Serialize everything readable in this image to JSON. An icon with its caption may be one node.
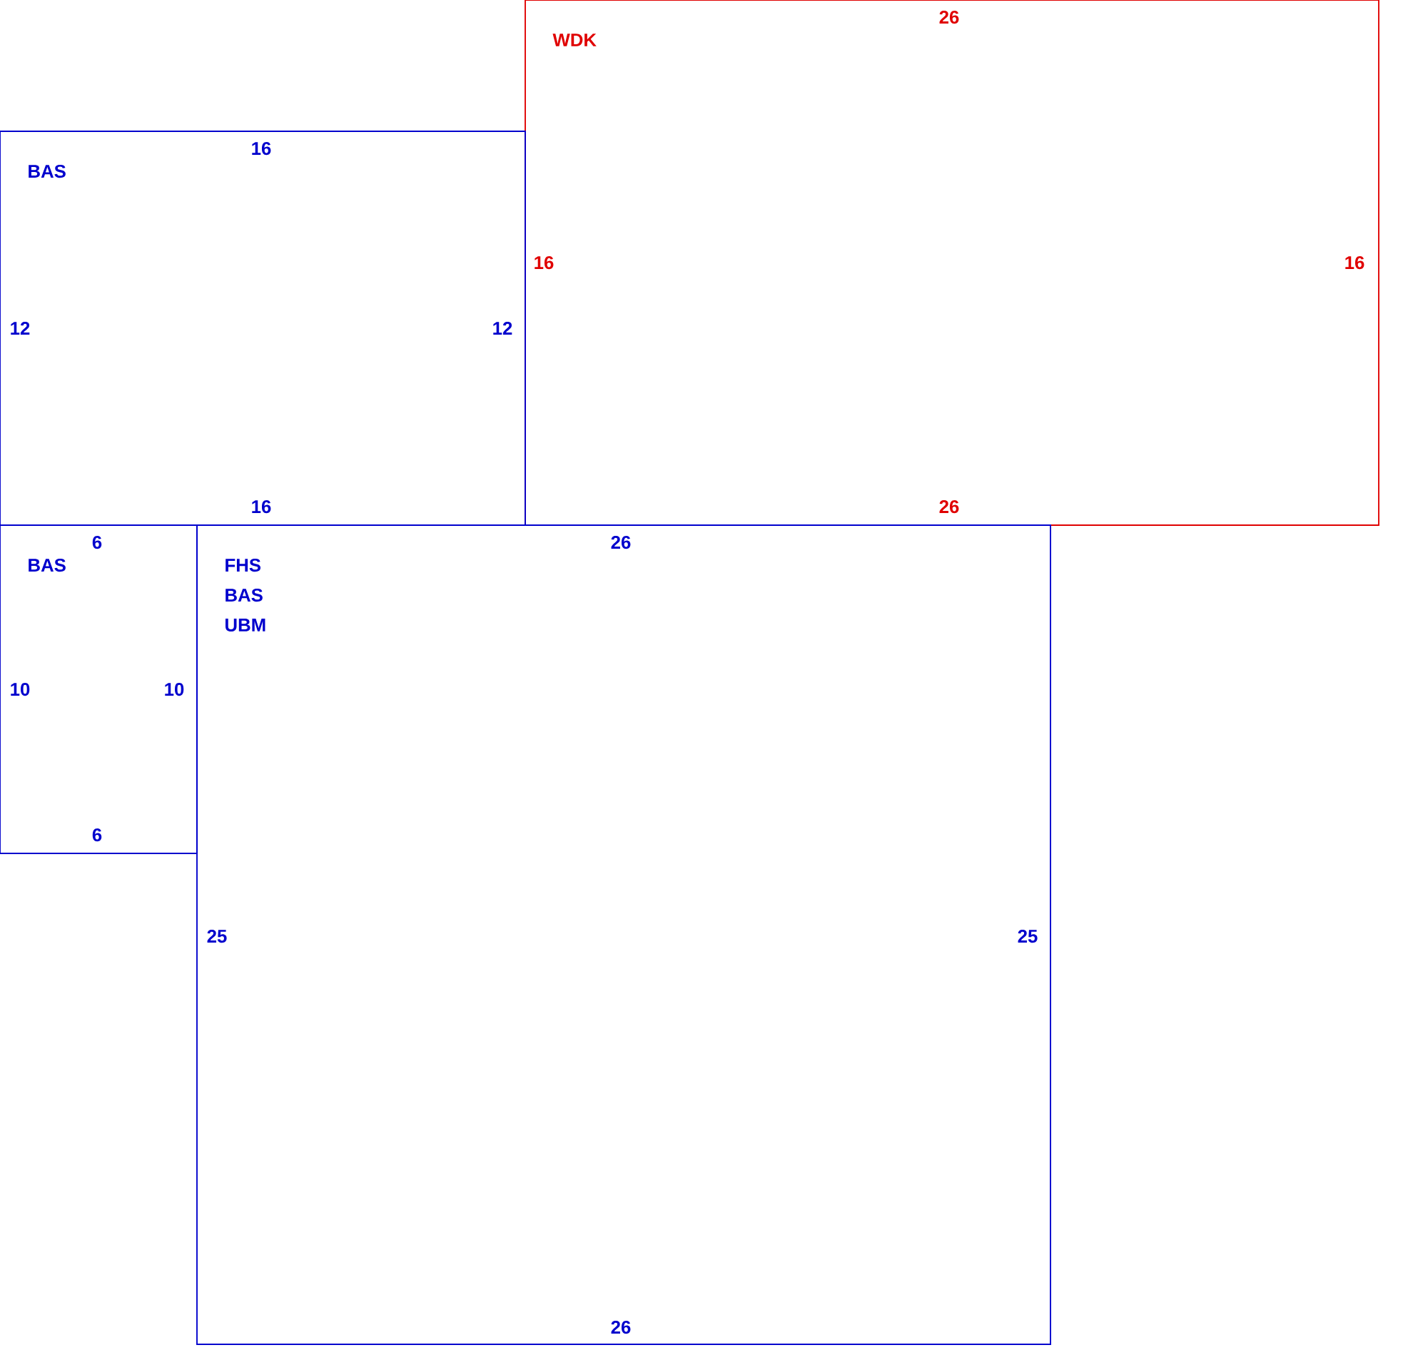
{
  "diagram": {
    "nodes": [
      {
        "text": [
          "26",
          "WDK",
          "16",
          "16",
          "26"
        ]
      },
      {
        "text": [
          "16",
          "BAS",
          "12",
          "12",
          "16"
        ]
      },
      {
        "text": [
          "6",
          "BAS",
          "10",
          "10",
          "6"
        ]
      },
      {
        "text": [
          "26",
          "FHS",
          "BAS",
          "UBM",
          "25",
          "25",
          "26"
        ]
      }
    ]
  }
}
